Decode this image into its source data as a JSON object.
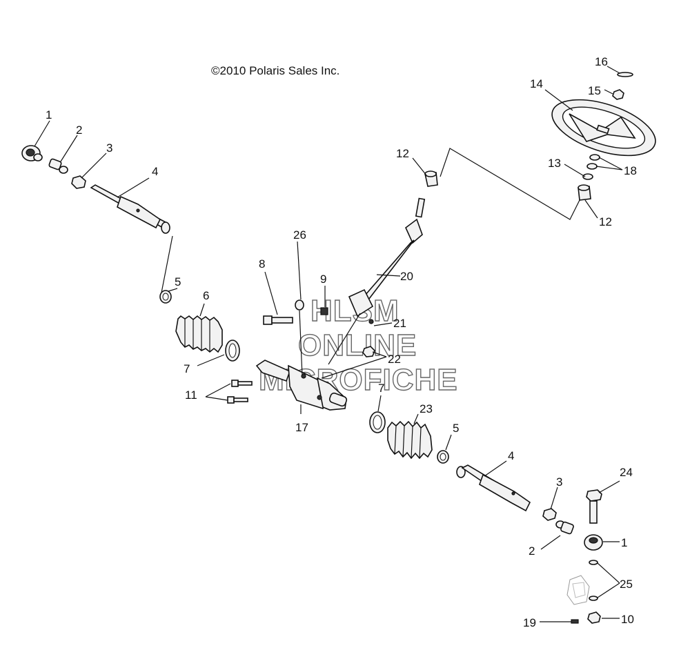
{
  "copyright": "©2010 Polaris Sales Inc.",
  "watermark": [
    "HLSM",
    "ONLINE",
    "MICROFICHE"
  ],
  "callouts": {
    "c1a": "1",
    "c2a": "2",
    "c3a": "3",
    "c4a": "4",
    "c5a": "5",
    "c6": "6",
    "c7a": "7",
    "c8": "8",
    "c9": "9",
    "c11": "11",
    "c12a": "12",
    "c12b": "12",
    "c13": "13",
    "c14": "14",
    "c15": "15",
    "c16": "16",
    "c17": "17",
    "c18": "18",
    "c19": "19",
    "c10": "10",
    "c20": "20",
    "c21": "21",
    "c22": "22",
    "c23": "23",
    "c24": "24",
    "c25": "25",
    "c26": "26",
    "c7b": "7",
    "c5b": "5",
    "c4b": "4",
    "c3b": "3",
    "c2b": "2",
    "c1b": "1"
  }
}
